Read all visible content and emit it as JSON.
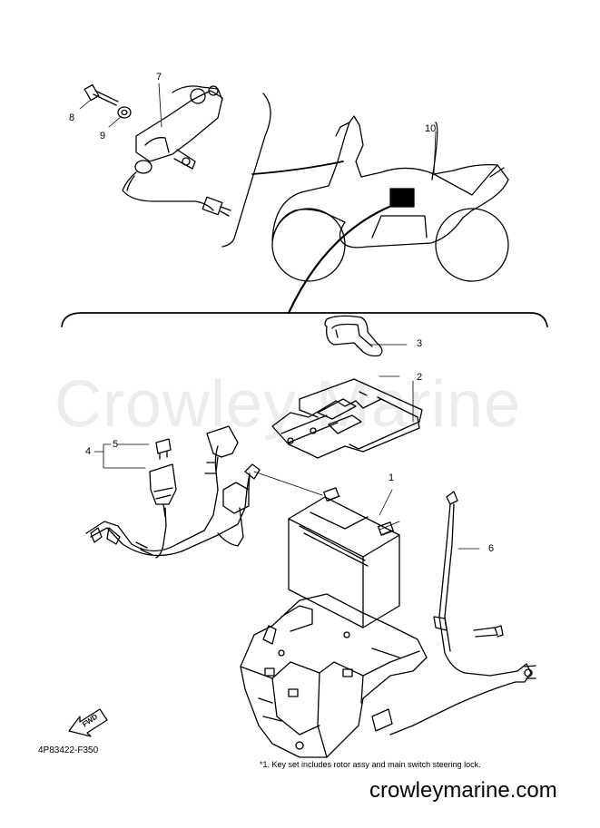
{
  "callouts": {
    "c1": "1",
    "c2": "2",
    "c3": "3",
    "c4": "4",
    "c5": "5",
    "c6": "6",
    "c7": "7",
    "c8": "8",
    "c9": "9",
    "c10": "10"
  },
  "watermark": "Crowley Marine",
  "diagram_code": "4P83422-F350",
  "footnote": "*1. Key set includes rotor assy and main switch steering lock.",
  "website": "crowleymarine.com",
  "fwd_label": "FWD"
}
